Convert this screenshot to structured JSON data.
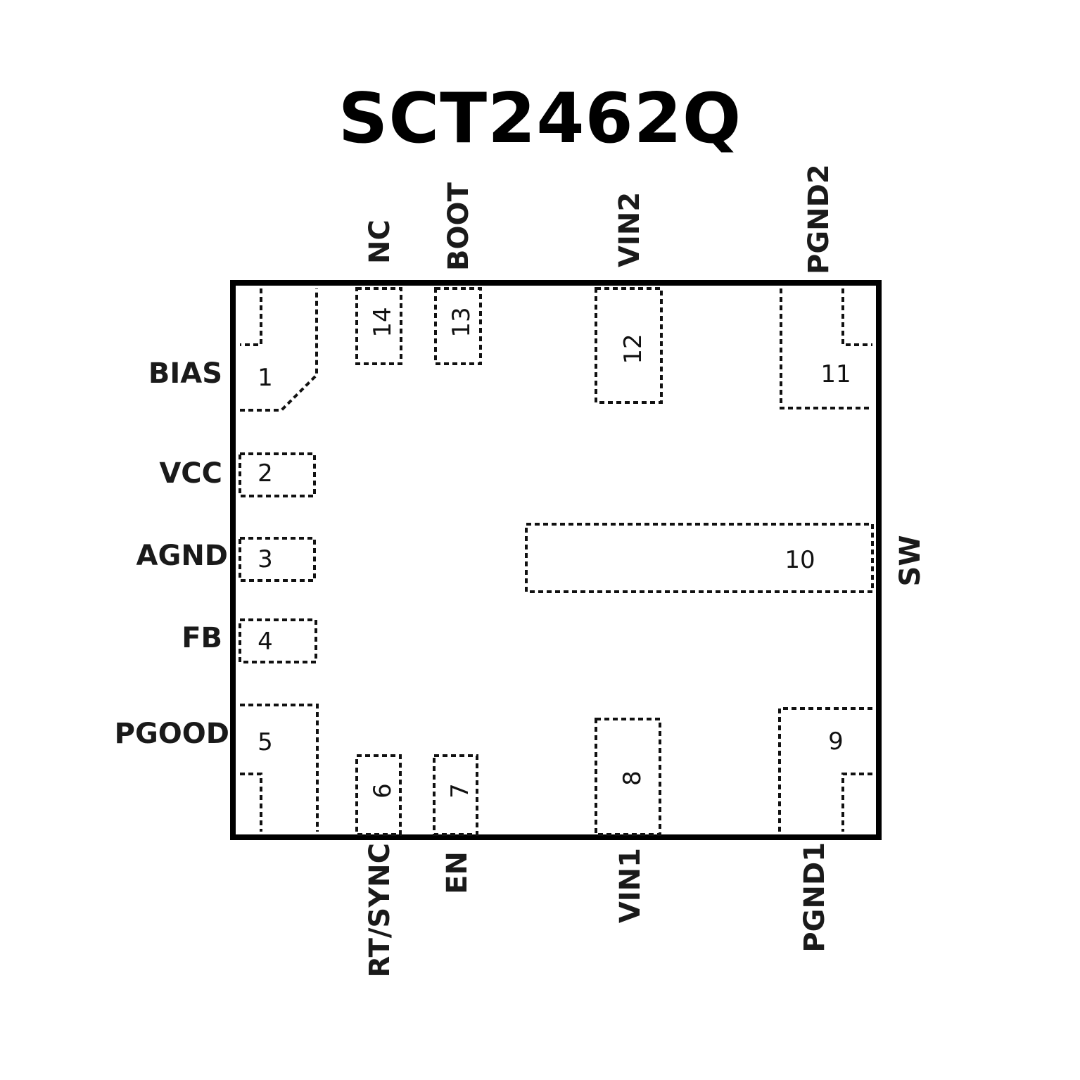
{
  "title": "SCT2462Q",
  "pins": [
    {
      "num": "1",
      "name": "BIAS"
    },
    {
      "num": "2",
      "name": "VCC"
    },
    {
      "num": "3",
      "name": "AGND"
    },
    {
      "num": "4",
      "name": "FB"
    },
    {
      "num": "5",
      "name": "PGOOD"
    },
    {
      "num": "6",
      "name": "RT/SYNC"
    },
    {
      "num": "7",
      "name": "EN"
    },
    {
      "num": "8",
      "name": "VIN1"
    },
    {
      "num": "9",
      "name": "PGND1"
    },
    {
      "num": "10",
      "name": "SW"
    },
    {
      "num": "11",
      "name": "PGND2"
    },
    {
      "num": "12",
      "name": "VIN2"
    },
    {
      "num": "13",
      "name": "BOOT"
    },
    {
      "num": "14",
      "name": "NC"
    }
  ]
}
